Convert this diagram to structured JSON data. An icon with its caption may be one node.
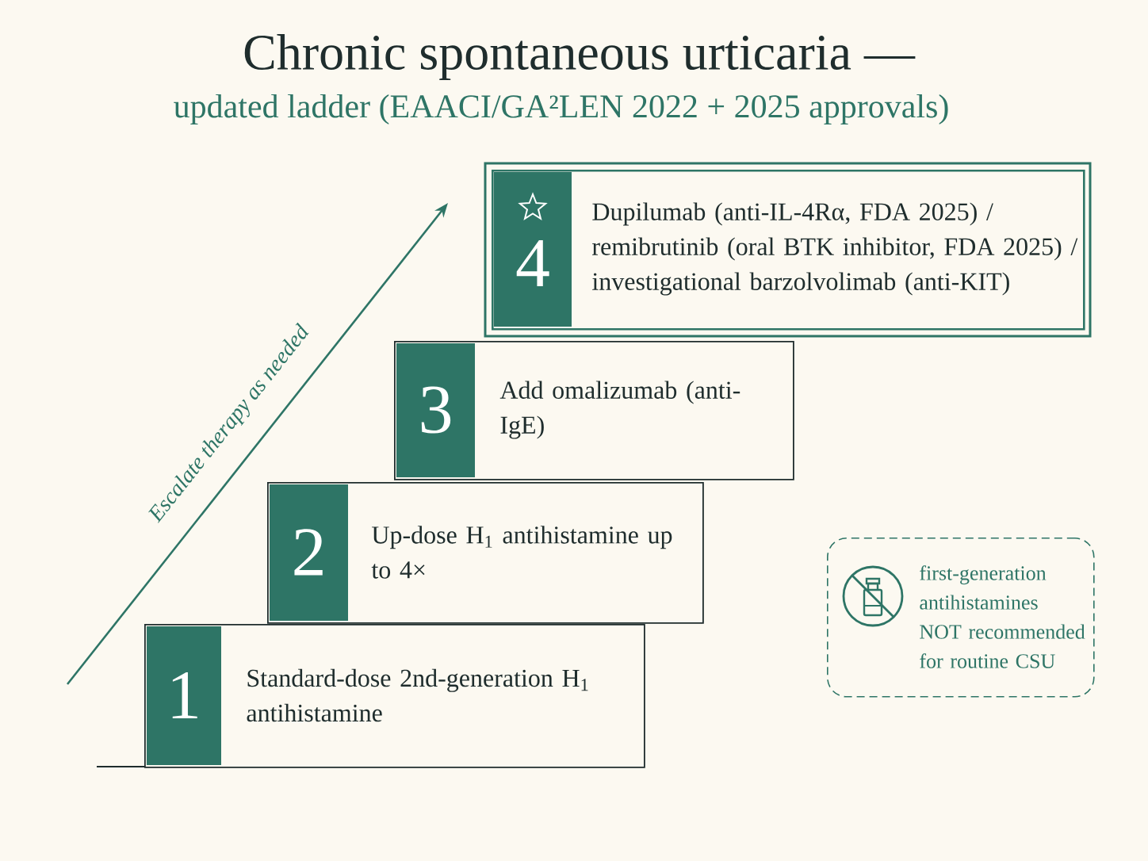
{
  "diagram": {
    "title": "Chronic spontaneous urticaria —",
    "nodes": [
      {
        "text": [
          "1",
          "Standard-dose 2nd-generation H$_{1}$ antihistamine"
        ]
      },
      {
        "text": [
          "2",
          "Up-dose H$_{1}$ antihistamine up to 4×"
        ]
      },
      {
        "text": [
          "3",
          "Add omalizumab (anti-IgE)"
        ]
      },
      {
        "text": [
          "4",
          "Dupilumab (anti-IL-4Rα, FDA 2025) / remibrutinib (oral BTK inhibitor, FDA 2025) / investigational barzolvolimab (anti-KIT)"
        ]
      },
      {
        "text": [
          "first-generation antihistamines NOT recommended for routine CSU"
        ]
      }
    ],
    "labels": [
      "updated ladder (EAACI/GA²LEN 2022 + 2025 approvals)",
      "Escalate therapy as needed"
    ]
  }
}
